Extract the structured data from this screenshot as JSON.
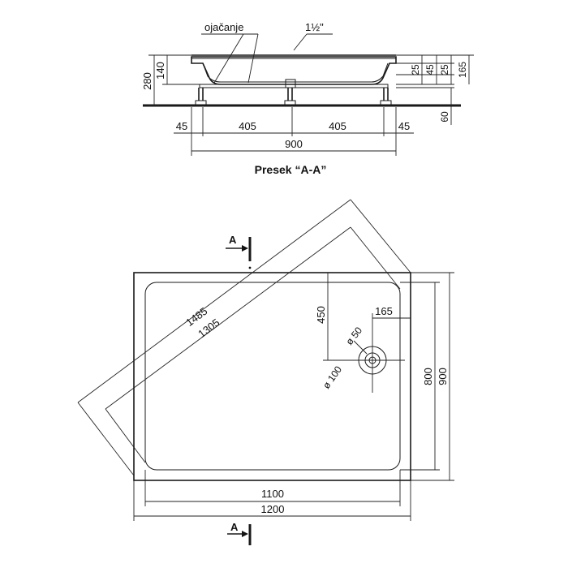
{
  "section": {
    "reinforcement_label": "ojačanje",
    "pipe_label": "1½\"",
    "title": "Presek “A-A”",
    "heights": {
      "total": "280",
      "inner": "140"
    },
    "right_dims": [
      "25",
      "45",
      "25",
      "165"
    ],
    "foot_dim": "60",
    "bottom_dims": {
      "left": "45",
      "mid_left": "405",
      "mid_right": "405",
      "right": "45",
      "total": "900"
    }
  },
  "plan": {
    "section_marker_top": "A",
    "section_marker_bottom": "A",
    "diag_outer": "1485",
    "diag_inner": "1305",
    "drain_y": "450",
    "drain_x": "165",
    "drain_inner_dia": "ø 50",
    "drain_outer_dia": "ø 100",
    "height_inner": "800",
    "height_outer": "900",
    "width_inner": "1100",
    "width_outer": "1200"
  }
}
